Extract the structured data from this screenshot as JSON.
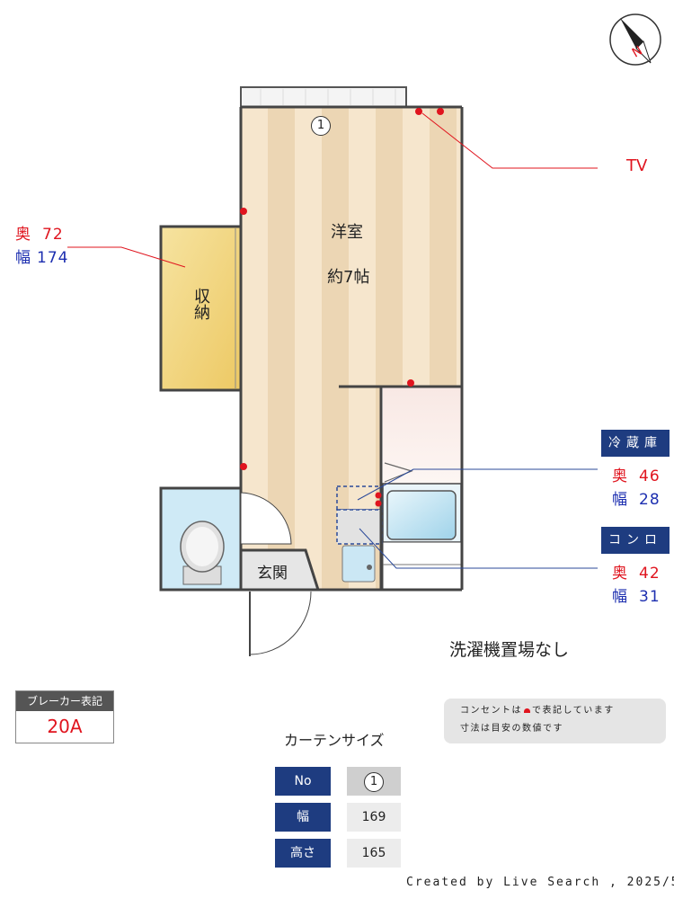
{
  "compass": {
    "label": "N",
    "icon": "compass-north-icon"
  },
  "rooms": {
    "western_room": {
      "name": "洋室",
      "size": "約7帖"
    },
    "storage": {
      "name": "収納"
    },
    "entrance": {
      "name": "玄関"
    }
  },
  "window_number": "1",
  "tv_label": "TV",
  "storage_dims": {
    "depth_label": "奥",
    "depth": "72",
    "width_label": "幅",
    "width": "174"
  },
  "refrigerator": {
    "title": "冷蔵庫",
    "depth_label": "奥",
    "depth": "46",
    "width_label": "幅",
    "width": "28"
  },
  "stove": {
    "title": "コンロ",
    "depth_label": "奥",
    "depth": "42",
    "width_label": "幅",
    "width": "31"
  },
  "no_washer_text": "洗濯機置場なし",
  "breaker": {
    "title": "ブレーカー表記",
    "value": "20A"
  },
  "note": {
    "line1_before": "コンセントは",
    "line1_after": "で表記しています",
    "line2": "寸法は目安の数値です"
  },
  "curtain": {
    "title": "カーテンサイズ",
    "rows": [
      {
        "label": "No",
        "value": "1"
      },
      {
        "label": "幅",
        "value": "169"
      },
      {
        "label": "高さ",
        "value": "165"
      }
    ]
  },
  "footer": "Created by Live Search , 2025/5",
  "colors": {
    "navy": "#1e3c80",
    "red": "#e0141e",
    "blue": "#1d2fb0",
    "floor_stripe_a": "#f5e3c8",
    "floor_stripe_b": "#ecd4b0",
    "storage": "#f3d889",
    "bath": "#cde9f5"
  }
}
